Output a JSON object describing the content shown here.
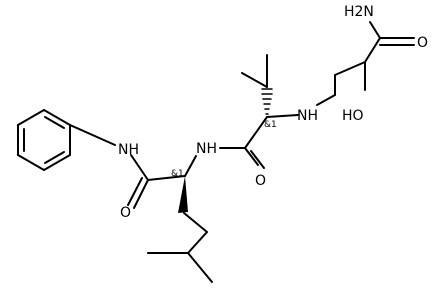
{
  "molecule": {
    "labels": {
      "nh2": "H2N",
      "o_amide_terminal": "O",
      "ho": "HO",
      "nh_amine": "NH",
      "nh_amide_middle": "NH",
      "o_amide_middle": "O",
      "nh_anilide": "NH",
      "o_anilide": "O"
    },
    "stereo": {
      "valine": "&1",
      "leucine": "&1"
    }
  }
}
